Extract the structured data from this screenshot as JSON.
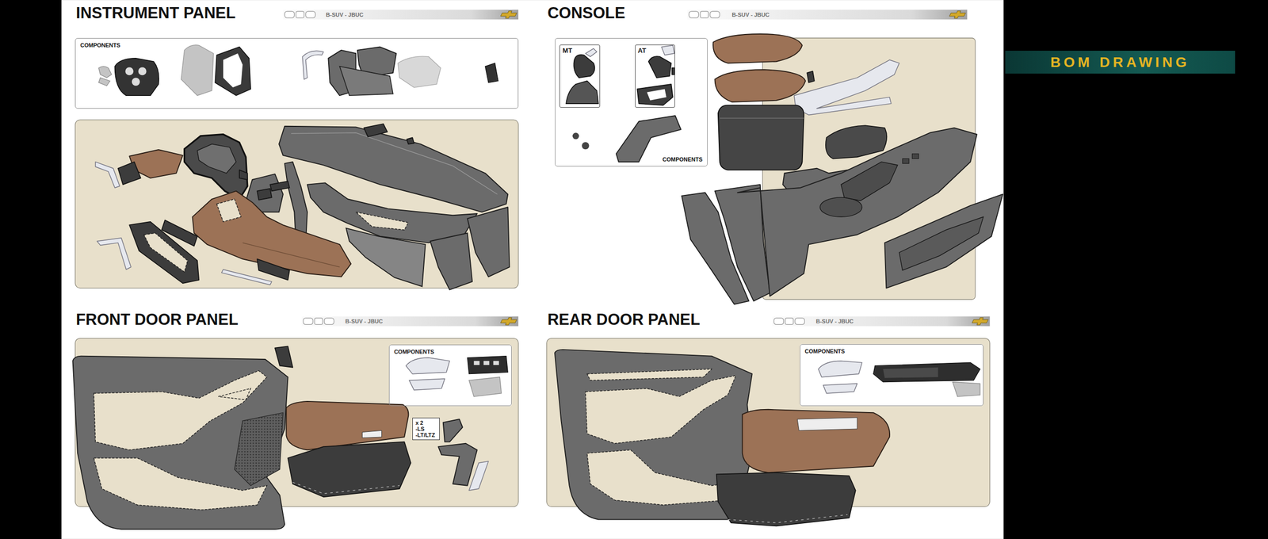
{
  "diagram": {
    "nodes": [
      {
        "text": [
          "B-SUV - JBUC"
        ]
      },
      {
        "text": [
          "COMPONENTS"
        ]
      },
      {
        "text": [
          "B-SUV - JBUC"
        ]
      },
      {
        "text": [
          "COMPONENTS"
        ]
      },
      {
        "text": [
          "MT"
        ],
        "in": 3
      },
      {
        "text": [
          "AT"
        ],
        "in": 3
      },
      {
        "text": [
          "B-SUV - JBUC"
        ]
      },
      {
        "text": [
          "COMPONENTS"
        ]
      },
      {
        "text": [
          "x 2",
          "-LS",
          "-LT/LTZ"
        ]
      },
      {
        "text": [
          "B-SUV - JBUC"
        ]
      },
      {
        "text": [
          "COMPONENTS"
        ]
      },
      {
        "text": [
          "BOM DRAWING"
        ]
      }
    ],
    "labels": [
      "INSTRUMENT PANEL",
      "CONSOLE",
      "FRONT DOOR PANEL",
      "REAR DOOR PANEL"
    ]
  }
}
